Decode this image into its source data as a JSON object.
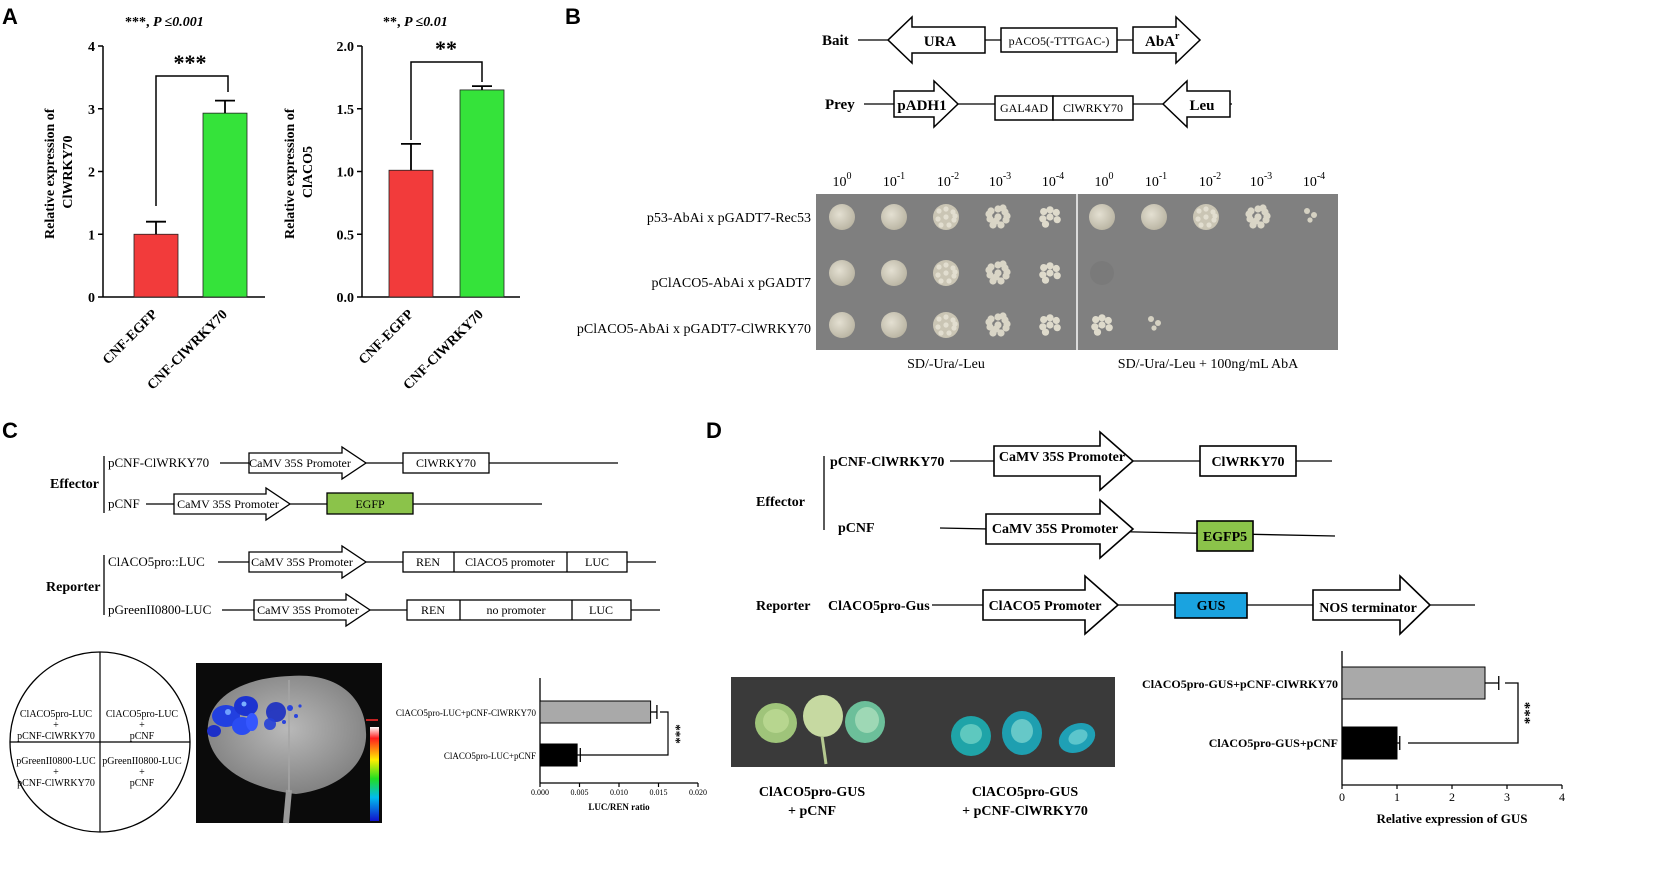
{
  "panels": {
    "A": "A",
    "B": "B",
    "C": "C",
    "D": "D"
  },
  "panel_a": {
    "chart1": {
      "sig_note": "***, ",
      "p_note": "P ≤0.001",
      "star": "***",
      "ylabel_line1": "Relative expression of",
      "ylabel_line2": "ClWRKY70",
      "yticks": [
        "0",
        "1",
        "2",
        "3",
        "4"
      ],
      "categories": [
        "CNF-EGFP",
        "CNF-ClWRKY70"
      ]
    },
    "chart2": {
      "sig_note": "**, ",
      "p_note": "P ≤0.01",
      "star": "**",
      "ylabel_line1": "Relative expression of",
      "ylabel_line2": "ClACO5",
      "yticks": [
        "0.0",
        "0.5",
        "1.0",
        "1.5",
        "2.0"
      ],
      "categories": [
        "CNF-EGFP",
        "CNF-ClWRKY70"
      ]
    }
  },
  "panel_b": {
    "bait_label": "Bait",
    "prey_label": "Prey",
    "bait_parts": {
      "ura": "URA",
      "promoter": "pACO5(-TTTGAC-)",
      "aba": "AbA",
      "aba_sup": "r"
    },
    "prey_parts": {
      "padh": "pADH1",
      "gal": "GAL4AD",
      "gene": "ClWRKY70",
      "leu": "Leu"
    },
    "dilutions": [
      "10",
      "10",
      "10",
      "10",
      "10"
    ],
    "dilution_exp": [
      "0",
      "-1",
      "-2",
      "-3",
      "-4"
    ],
    "rows": [
      "p53-AbAi x pGADT7-Rec53",
      "pClACO5-AbAi x pGADT7",
      "pClACO5-AbAi x pGADT7-ClWRKY70"
    ],
    "media": [
      "SD/-Ura/-Leu",
      "SD/-Ura/-Leu + 100ng/mL AbA"
    ]
  },
  "panel_c": {
    "effector_label": "Effector",
    "reporter_label": "Reporter",
    "eff_row1": {
      "name": "pCNF-ClWRKY70",
      "promoter": "CaMV 35S Promoter",
      "gene": "ClWRKY70"
    },
    "eff_row2": {
      "name": "pCNF",
      "promoter": "CaMV 35S Promoter",
      "gene": "EGFP"
    },
    "rep_row1": {
      "name": "ClACO5pro::LUC",
      "promoter": "CaMV 35S Promoter",
      "ren": "REN",
      "mid": "ClACO5 promoter",
      "luc": "LUC"
    },
    "rep_row2": {
      "name": "pGreenII0800-LUC",
      "promoter": "CaMV 35S Promoter",
      "ren": "REN",
      "mid": "no promoter",
      "luc": "LUC"
    },
    "quadrants": [
      [
        "ClACO5pro-LUC",
        "+",
        "pCNF-ClWRKY70"
      ],
      [
        "ClACO5pro-LUC",
        "+",
        "pCNF"
      ],
      [
        "pGreenII0800-LUC",
        "+",
        "pCNF-ClWRKY70"
      ],
      [
        "pGreenII0800-LUC",
        "+",
        "pCNF"
      ]
    ],
    "chart": {
      "categories": [
        "ClACO5pro-LUC+pCNF-ClWRKY70",
        "ClACO5pro-LUC+pCNF"
      ],
      "xticks": [
        "0.000",
        "0.005",
        "0.010",
        "0.015",
        "0.020"
      ],
      "xlabel": "LUC/REN ratio",
      "star": "***"
    }
  },
  "panel_d": {
    "effector_label": "Effector",
    "reporter_label": "Reporter",
    "eff_row1": {
      "name": "pCNF-ClWRKY70",
      "promoter": "CaMV 35S Promoter",
      "gene": "ClWRKY70"
    },
    "eff_row2": {
      "name": "pCNF",
      "promoter": "CaMV 35S Promoter",
      "gene": "EGFP5"
    },
    "rep_row": {
      "name": "ClACO5pro-Gus",
      "promoter": "ClACO5 Promoter",
      "gene": "GUS",
      "term": "NOS terminator"
    },
    "photo_labels": [
      [
        "ClACO5pro-GUS",
        "+ pCNF"
      ],
      [
        "ClACO5pro-GUS",
        "+ pCNF-ClWRKY70"
      ]
    ],
    "chart": {
      "categories": [
        "ClACO5pro-GUS+pCNF-ClWRKY70",
        "ClACO5pro-GUS+pCNF"
      ],
      "xticks": [
        "0",
        "1",
        "2",
        "3",
        "4"
      ],
      "xlabel": "Relative expression of GUS",
      "star": "***"
    }
  },
  "colors": {
    "red_bar": "#f23b3b",
    "green_bar": "#35e33a",
    "egfp_box": "#8bc34a",
    "gus_box": "#1aa3e0",
    "grey_bar": "#a9a9a9",
    "black_bar": "#000000"
  },
  "chart_data": [
    {
      "type": "bar",
      "categories": [
        "CNF-EGFP",
        "CNF-ClWRKY70"
      ],
      "values": [
        1.0,
        2.93
      ],
      "errors": [
        0.2,
        0.2
      ],
      "ylabel": "Relative expression of ClWRKY70",
      "ylim": [
        0,
        4
      ]
    },
    {
      "type": "bar",
      "categories": [
        "CNF-EGFP",
        "CNF-ClWRKY70"
      ],
      "values": [
        1.01,
        1.65
      ],
      "errors": [
        0.21,
        0.03
      ],
      "ylabel": "Relative expression of ClACO5",
      "ylim": [
        0,
        2
      ]
    },
    {
      "type": "bar",
      "orientation": "horizontal",
      "categories": [
        "ClACO5pro-LUC+pCNF-ClWRKY70",
        "ClACO5pro-LUC+pCNF"
      ],
      "values": [
        0.014,
        0.0047
      ],
      "errors": [
        0.0008,
        0.0004
      ],
      "xlabel": "LUC/REN ratio",
      "xlim": [
        0,
        0.02
      ]
    },
    {
      "type": "bar",
      "orientation": "horizontal",
      "categories": [
        "ClACO5pro-GUS+pCNF-ClWRKY70",
        "ClACO5pro-GUS+pCNF"
      ],
      "values": [
        2.6,
        1.0
      ],
      "errors": [
        0.25,
        0.05
      ],
      "xlabel": "Relative expression of GUS",
      "xlim": [
        0,
        4
      ]
    }
  ]
}
